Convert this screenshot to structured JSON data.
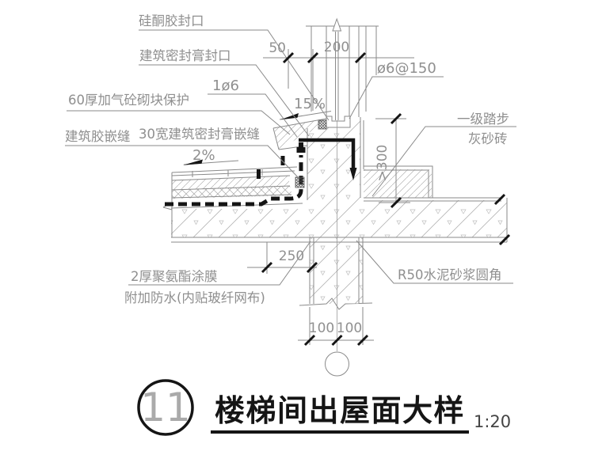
{
  "drawing": {
    "kind": "architectural-detail",
    "annotations": {
      "silicone_seal": "硅酮胶封口",
      "sealant_cap": "建筑密封膏封口",
      "rebar_single": "1ø6",
      "block_protection": "60厚加气砼砌块保护",
      "glue_joint": "建筑胶嵌缝",
      "sealant_joint": "30宽建筑密封膏嵌缝",
      "roof_slope": "2%",
      "coping_slope": "15%",
      "rebar_mesh": "ø6@150",
      "step_label_1": "一级踏步",
      "step_label_2": "灰砂砖",
      "min_height": ">300",
      "pu_membrane_1": "2厚聚氨酯涂膜",
      "pu_membrane_2": "附加防水(内贴玻纤网布)",
      "fillet_note": "R50水泥砂浆圆角"
    },
    "dimensions": {
      "coping_overhang": "50",
      "wall_thickness": "200",
      "slab_edge": "250",
      "wall_half_left": "100",
      "wall_half_right": "100"
    },
    "title_block": {
      "detail_number": "11",
      "title": "楼梯间出屋面大样",
      "scale": "1:20"
    },
    "colors": {
      "line_dark": "#151515",
      "line_gray": "#8a8a8a",
      "hatch_gray": "#b4b4b4",
      "text_gray": "#8f8f8f",
      "background": "#ffffff"
    }
  }
}
